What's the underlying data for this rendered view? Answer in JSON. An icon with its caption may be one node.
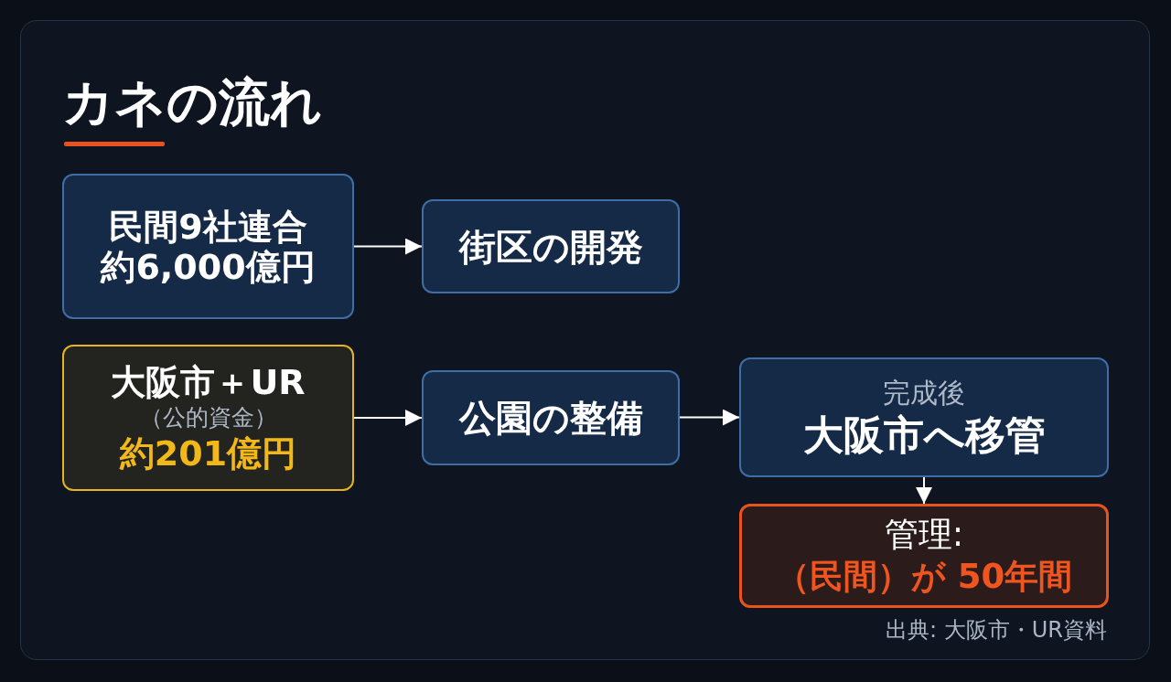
{
  "diagram": {
    "title": "カネの流れ",
    "nodes": [
      {
        "text": [
          "民間9社連合",
          "約6,000億円"
        ]
      },
      {
        "text": [
          "街区の開発"
        ]
      },
      {
        "text": [
          "大阪市＋UR",
          "（公的資金）",
          "約201億円"
        ]
      },
      {
        "text": [
          "公園の整備"
        ]
      },
      {
        "text": [
          "完成後",
          "大阪市へ移管"
        ]
      },
      {
        "text": [
          "管理:",
          "（民間）が 50年間"
        ]
      }
    ],
    "edges": [
      {
        "from": 0,
        "to": 1,
        "arrow": "to"
      },
      {
        "from": 2,
        "to": 3,
        "arrow": "to"
      },
      {
        "from": 3,
        "to": 4,
        "arrow": "to"
      },
      {
        "from": 4,
        "to": 5,
        "arrow": "to"
      }
    ],
    "labels": [
      "出典: 大阪市・UR資料"
    ]
  }
}
